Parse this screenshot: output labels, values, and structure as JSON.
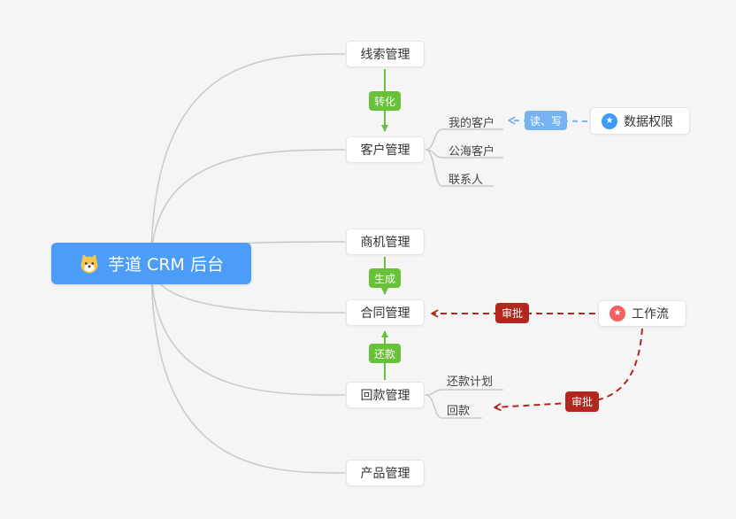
{
  "diagram": {
    "background": "#f5f5f5",
    "root": {
      "label": "芋道 CRM 后台",
      "color": "#4b9df8"
    },
    "branches": [
      {
        "label": "线索管理"
      },
      {
        "label": "客户管理"
      },
      {
        "label": "商机管理"
      },
      {
        "label": "合同管理"
      },
      {
        "label": "回款管理"
      },
      {
        "label": "产品管理"
      }
    ],
    "customer_children": [
      {
        "label": "我的客户"
      },
      {
        "label": "公海客户"
      },
      {
        "label": "联系人"
      }
    ],
    "receivable_children": [
      {
        "label": "还款计划"
      },
      {
        "label": "回款"
      }
    ],
    "side_nodes": [
      {
        "label": "数据权限",
        "icon": "star-icon",
        "icon_glyph": "★",
        "icon_color": "#3d9af5"
      },
      {
        "label": "工作流",
        "icon": "star-icon",
        "icon_glyph": "★",
        "icon_color": "#f56060"
      }
    ],
    "edge_badges": {
      "convert": {
        "label": "转化",
        "color": "#67c23a"
      },
      "generate": {
        "label": "生成",
        "color": "#67c23a"
      },
      "repay": {
        "label": "还款",
        "color": "#67c23a"
      },
      "read_write": {
        "label": "读、写",
        "color": "#77b3f0"
      },
      "approve_contract": {
        "label": "审批",
        "color": "#b3271e"
      },
      "approve_receivable": {
        "label": "审批",
        "color": "#b3271e"
      }
    }
  }
}
